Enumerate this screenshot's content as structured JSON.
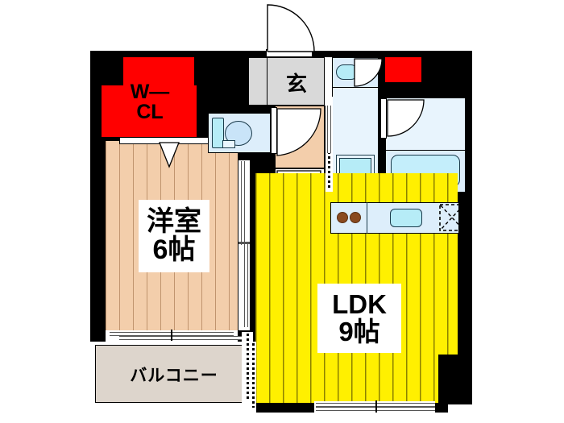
{
  "document": {
    "type": "japanese-floor-plan",
    "layout_name": "1LDK"
  },
  "rooms": [
    {
      "id": "bedroom",
      "name_line1": "洋室",
      "name_line2": "6帖",
      "kind": "western-style-room",
      "size_tatami": 6,
      "floor_color": "#f3ceab"
    },
    {
      "id": "ldk",
      "name_line1": "LDK",
      "name_line2": "9帖",
      "kind": "living-dining-kitchen",
      "size_tatami": 9,
      "floor_color": "#fff000"
    },
    {
      "id": "balcony",
      "name_line1": "バルコニー",
      "name_line2": "",
      "kind": "balcony",
      "floor_color": "#ddd5cc"
    },
    {
      "id": "entrance",
      "name_line1": "玄",
      "name_line2": "",
      "kind": "genkan-entrance",
      "floor_color": "#d9d9d9"
    },
    {
      "id": "walk-in-closet",
      "name_line1": "W—",
      "name_line2": "CL",
      "kind": "walk-in-closet",
      "floor_color": "#ff0000"
    }
  ],
  "labels": {
    "bedroom_line1": "洋室",
    "bedroom_line2": "6帖",
    "ldk_line1": "LDK",
    "ldk_line2": "9帖",
    "balcony": "バルコニー",
    "entrance": "玄",
    "wic_line1": "W—",
    "wic_line2": "CL"
  },
  "fixtures": [
    {
      "id": "toilet",
      "name": "toilet-fixture",
      "room": "toilet-room"
    },
    {
      "id": "vanity-sink",
      "name": "vanity-sink-fixture",
      "room": "washroom"
    },
    {
      "id": "washing-machine-pan",
      "name": "washing-machine-pan",
      "room": "washroom"
    },
    {
      "id": "bathtub",
      "name": "bathtub-fixture",
      "room": "unit-bath"
    },
    {
      "id": "stove",
      "name": "two-burner-stove",
      "room": "kitchen",
      "burners": 2
    },
    {
      "id": "kitchen-sink",
      "name": "kitchen-sink",
      "room": "kitchen"
    },
    {
      "id": "refrigerator-space",
      "name": "refrigerator-space",
      "room": "kitchen"
    }
  ],
  "doors": [
    {
      "id": "entrance-door",
      "name": "entrance-door",
      "type": "hinged",
      "swing": "outward"
    },
    {
      "id": "toilet-door",
      "name": "toilet-door",
      "type": "hinged"
    },
    {
      "id": "corridor-ldk-door",
      "name": "corridor-to-ldk-door",
      "type": "hinged"
    },
    {
      "id": "washroom-door",
      "name": "washroom-door",
      "type": "hinged"
    },
    {
      "id": "bath-door",
      "name": "bath-door",
      "type": "hinged"
    },
    {
      "id": "closet-door",
      "name": "closet-folding-door",
      "type": "folding"
    },
    {
      "id": "bedroom-ldk-door",
      "name": "bedroom-to-ldk-sliding-door",
      "type": "sliding"
    },
    {
      "id": "balcony-window-bedroom",
      "name": "bedroom-balcony-sliding-window",
      "type": "sliding"
    },
    {
      "id": "balcony-window-ldk",
      "name": "ldk-balcony-sliding-window",
      "type": "sliding"
    }
  ],
  "colors": {
    "wall": "#000000",
    "bedroom_floor": "#f3ceab",
    "ldk_floor": "#fff000",
    "closet": "#ff0000",
    "balcony": "#ddd5cc",
    "entrance": "#d9d9d9",
    "water_area": "#ddeefb",
    "tub": "#b6ecf7",
    "burner": "#8a4a20"
  }
}
